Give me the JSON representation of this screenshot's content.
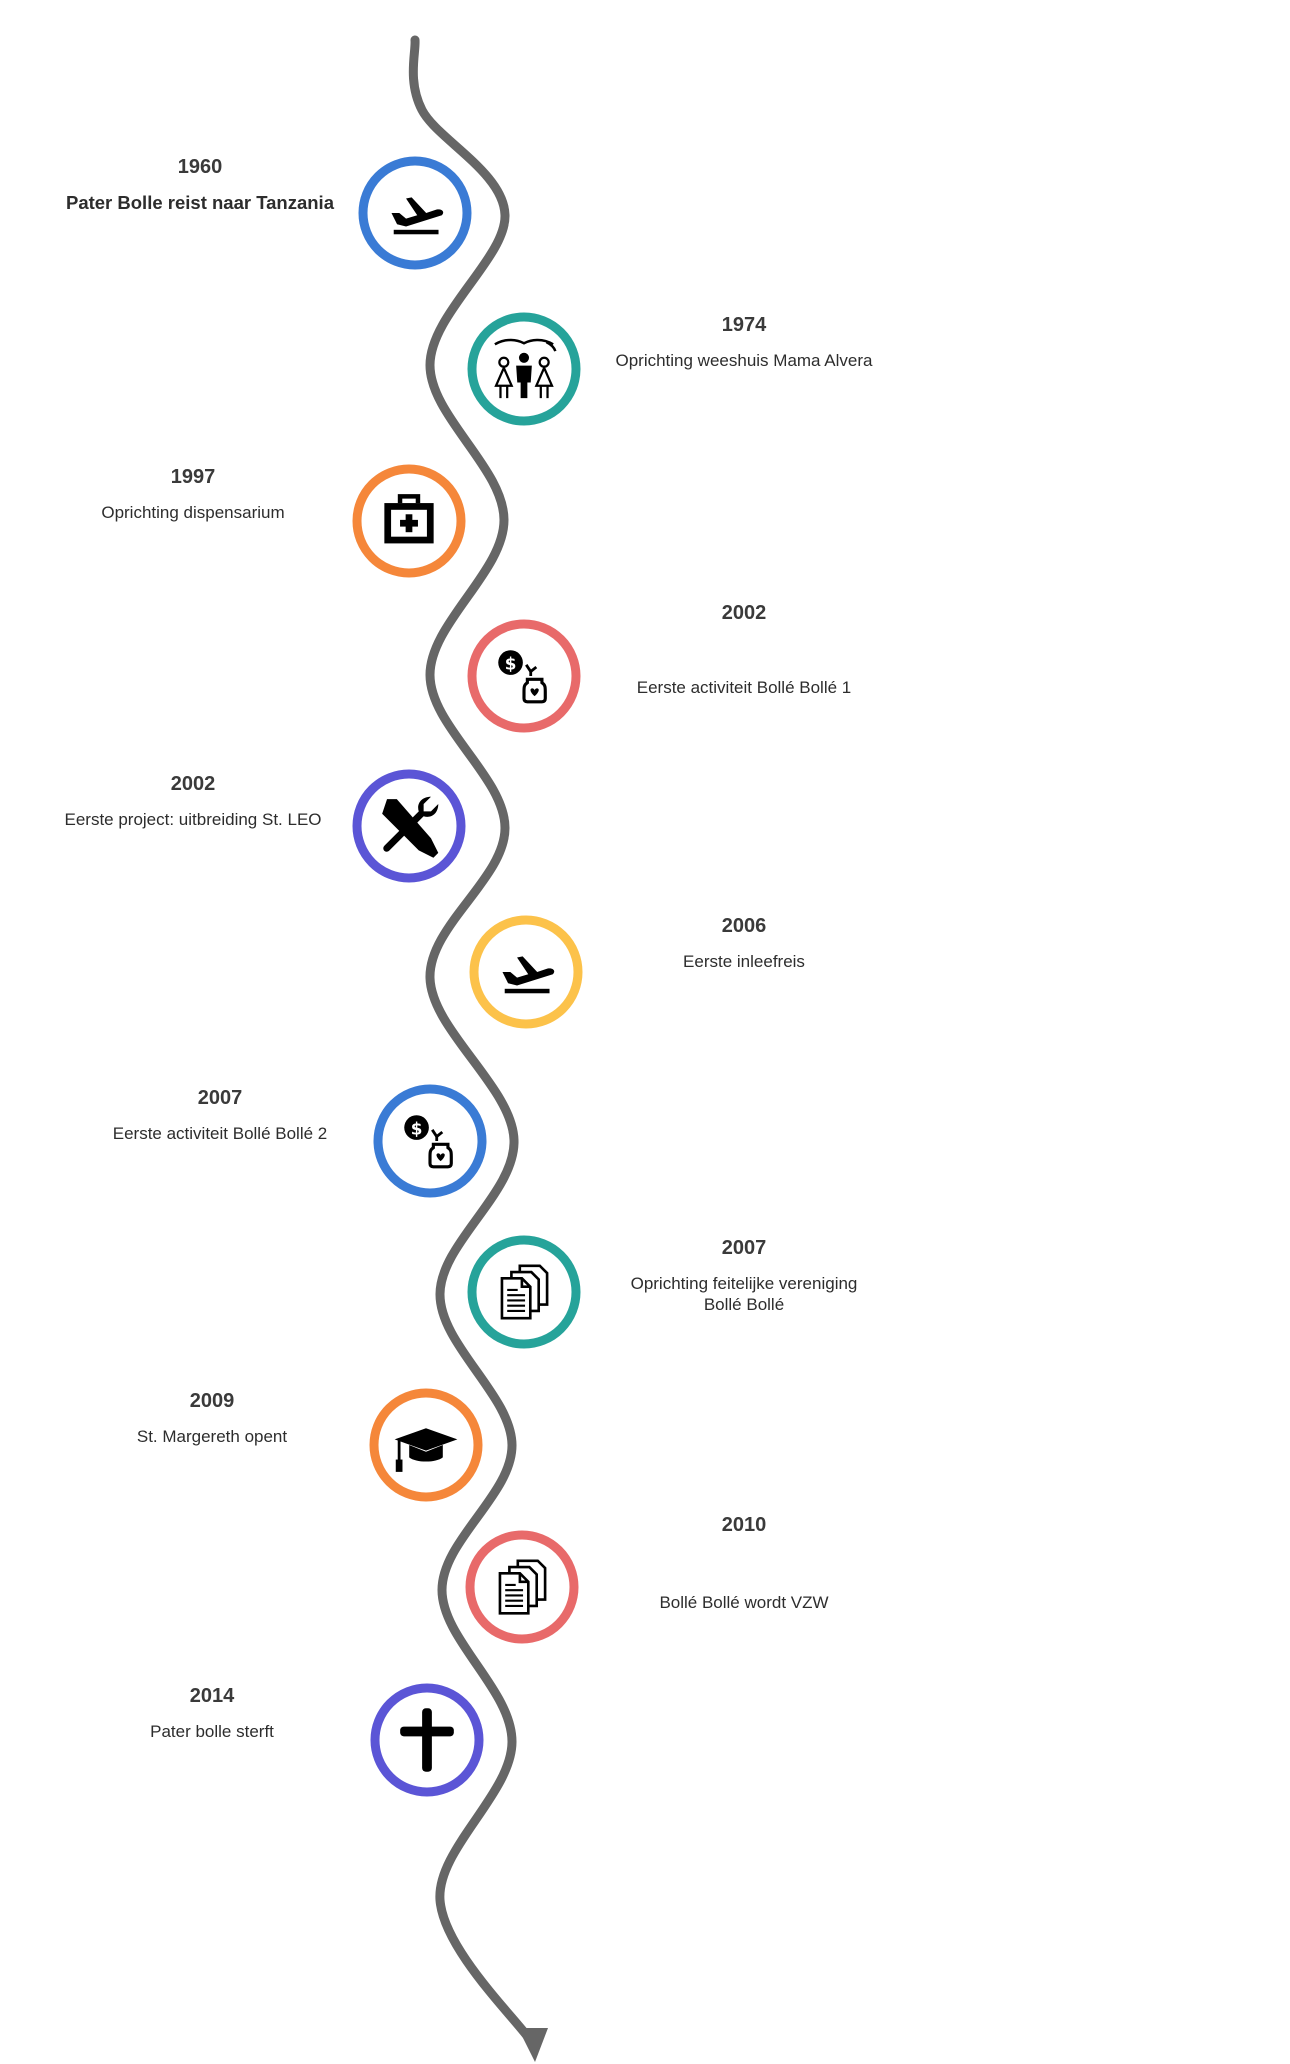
{
  "events": [
    {
      "year": "1960",
      "label": "Pater Bolle reist naar Tanzania",
      "icon": "airplane-icon",
      "ring_color": "#3a7bd5"
    },
    {
      "year": "1974",
      "label": "Oprichting weeshuis Mama Alvera",
      "icon": "children-care-icon",
      "ring_color": "#26a39a"
    },
    {
      "year": "1997",
      "label": "Oprichting dispensarium",
      "icon": "first-aid-kit-icon",
      "ring_color": "#f5873a"
    },
    {
      "year": "2002",
      "label": "Eerste activiteit Bollé Bollé 1",
      "icon": "donation-jar-icon",
      "ring_color": "#e86a6a"
    },
    {
      "year": "2002",
      "label": "Eerste project: uitbreiding St. LEO",
      "icon": "tools-icon",
      "ring_color": "#5b55d6"
    },
    {
      "year": "2006",
      "label": "Eerste inleefreis",
      "icon": "airplane-icon",
      "ring_color": "#fcc24a"
    },
    {
      "year": "2007",
      "label": "Eerste activiteit Bollé Bollé 2",
      "icon": "donation-jar-icon",
      "ring_color": "#3a7bd5"
    },
    {
      "year": "2007",
      "label": "Oprichting feitelijke vereniging\nBollé Bollé",
      "icon": "documents-icon",
      "ring_color": "#26a39a"
    },
    {
      "year": "2009",
      "label": "St. Margereth opent",
      "icon": "graduation-cap-icon",
      "ring_color": "#f5873a"
    },
    {
      "year": "2010",
      "label": "Bollé Bollé wordt VZW",
      "icon": "documents-icon",
      "ring_color": "#e86a6a"
    },
    {
      "year": "2014",
      "label": "Pater bolle sterft",
      "icon": "cross-icon",
      "ring_color": "#5b55d6"
    }
  ],
  "line_color": "#666666"
}
